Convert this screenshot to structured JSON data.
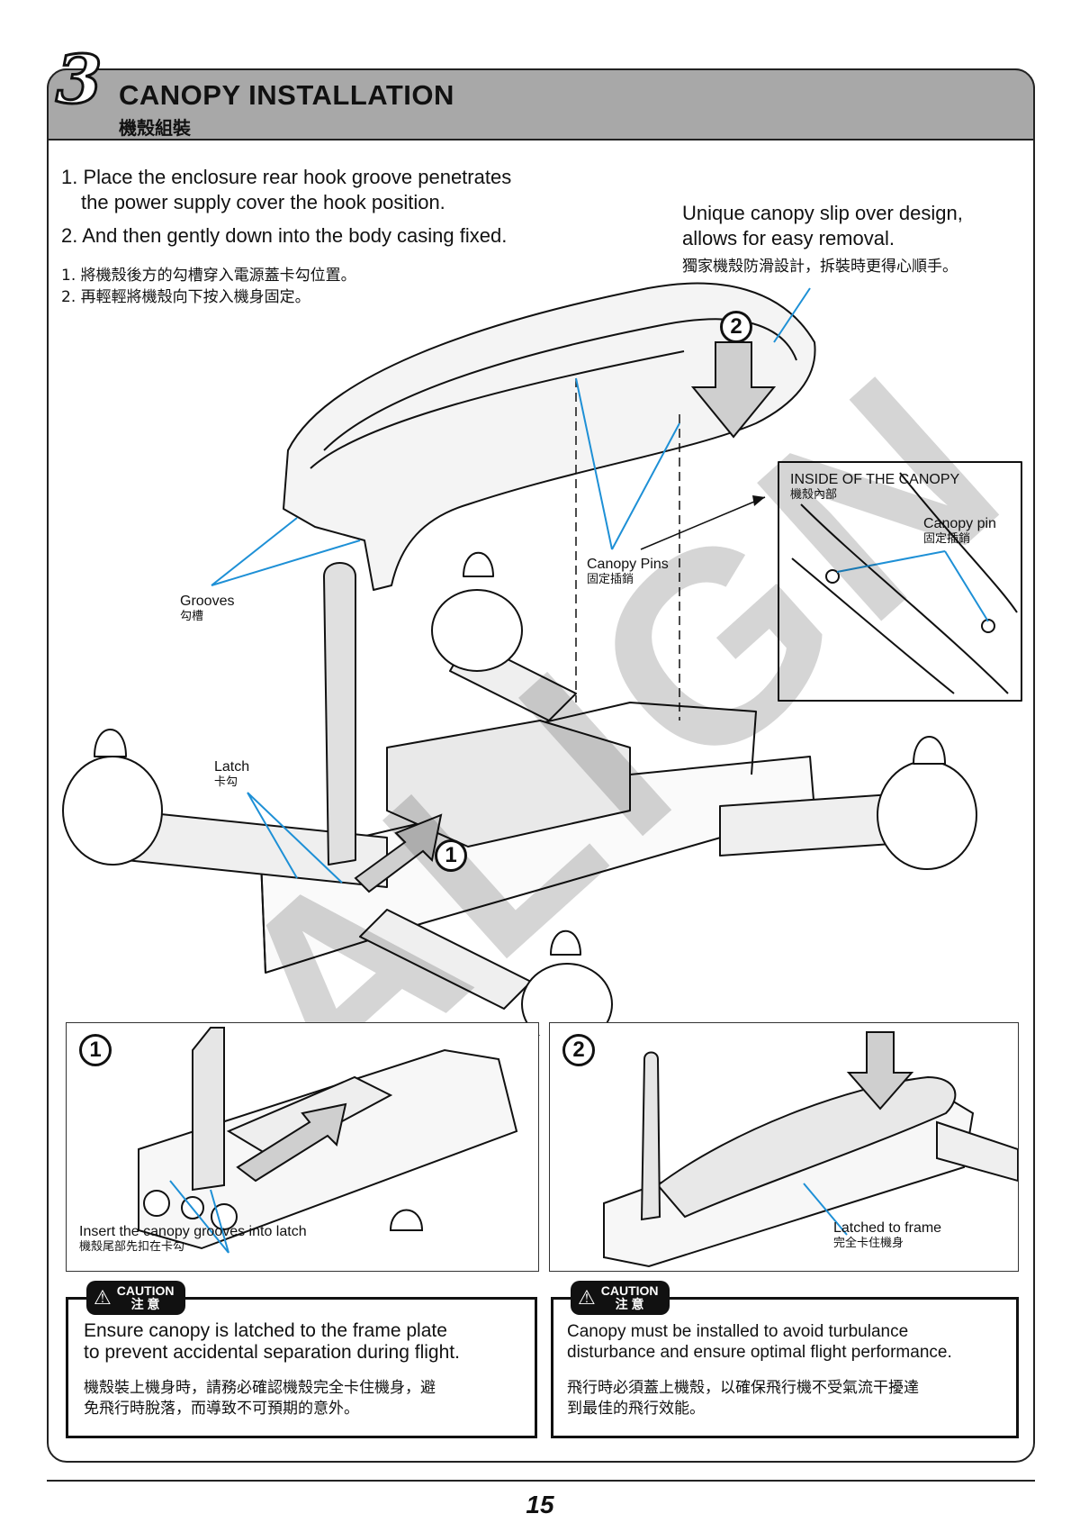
{
  "header": {
    "step_number": "3",
    "title": "CANOPY INSTALLATION",
    "title_cn": "機殼組裝"
  },
  "instructions": {
    "en": [
      "1. Place the enclosure rear hook groove penetrates",
      "the power supply cover the hook position.",
      "2. And then gently down into the body casing fixed."
    ],
    "cn": [
      "1. 將機殼後方的勾槽穿入電源蓋卡勾位置。",
      "2. 再輕輕將機殼向下按入機身固定。"
    ]
  },
  "feature_note": {
    "en": [
      "Unique canopy slip over design,",
      "allows for easy removal."
    ],
    "cn": "獨家機殼防滑設計，拆裝時更得心順手。"
  },
  "labels": {
    "grooves": "Grooves",
    "grooves_cn": "勾槽",
    "latch": "Latch",
    "latch_cn": "卡勾",
    "canopy_pins": "Canopy Pins",
    "canopy_pins_cn": "固定插銷",
    "inside_canopy": "INSIDE OF THE CANOPY",
    "inside_canopy_cn": "機殼內部",
    "canopy_pin": "Canopy pin",
    "canopy_pin_cn": "固定插銷",
    "step1": "1",
    "step2": "2",
    "watermark": "ALIGN"
  },
  "insets": {
    "left": {
      "number": "1",
      "caption": "Insert the canopy grooves into latch",
      "caption_cn": "機殼尾部先扣在卡勾"
    },
    "right": {
      "number": "2",
      "caption": "Latched to frame",
      "caption_cn": "完全卡住機身"
    }
  },
  "cautions": [
    {
      "badge_en": "CAUTION",
      "badge_cn": "注 意",
      "en": [
        "Ensure canopy is latched to the frame plate",
        "to prevent accidental separation during flight."
      ],
      "cn": [
        "機殼裝上機身時，請務必確認機殼完全卡住機身，避",
        "免飛行時脫落，而導致不可預期的意外。"
      ]
    },
    {
      "badge_en": "CAUTION",
      "badge_cn": "注 意",
      "en": [
        "Canopy must be installed to avoid turbulance",
        "disturbance and ensure optimal flight performance."
      ],
      "cn": [
        "飛行時必須蓋上機殼，以確保飛行機不受氣流干擾達",
        "到最佳的飛行效能。"
      ]
    }
  ],
  "footer": {
    "page_number": "15"
  },
  "colors": {
    "header_bg": "#a8a8a8",
    "callout_line": "#1e90d6",
    "ink": "#111111"
  }
}
